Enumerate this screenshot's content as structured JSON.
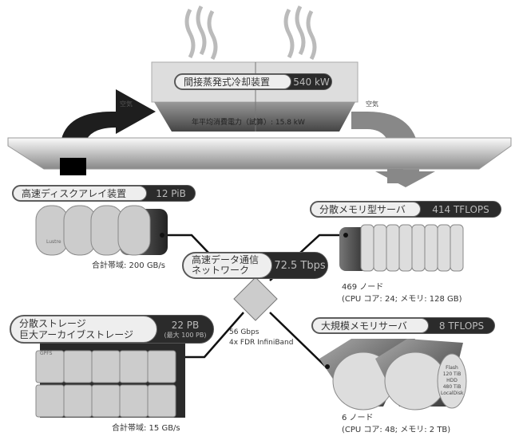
{
  "cooler": {
    "label": "間接蒸発式冷却装置",
    "value": "540 kW",
    "power": "年平均消費電力（試算）: 15.8 kW"
  },
  "air_left": "空気",
  "air_right": "空気",
  "disk_array": {
    "label": "高速ディスクアレイ装置",
    "value": "12 PiB",
    "bandwidth": "合計帯域: 200 GB/s",
    "unit_label": "Lustre"
  },
  "network": {
    "label_line1": "高速データ通信",
    "label_line2": "ネットワーク",
    "value": "72.5 Tbps",
    "link_speed": "56 Gbps",
    "link_type": "4x FDR InfiniBand"
  },
  "distributed_memory": {
    "label": "分散メモリ型サーバ",
    "value": "414 TFLOPS",
    "nodes": "469 ノード",
    "spec": "(CPU コア: 24; メモリ: 128 GB)"
  },
  "storage": {
    "label_line1": "分散ストレージ",
    "label_line2": "巨大アーカイブストレージ",
    "value": "22 PB",
    "max": "(最大 100 PB)",
    "bandwidth": "合計帯域: 15 GB/s",
    "unit_label": "GPFS"
  },
  "large_memory": {
    "label": "大規模メモリサーバ",
    "value": "8 TFLOPS",
    "nodes": "6 ノード",
    "spec": "(CPU コア: 48; メモリ: 2 TB)",
    "local_disk": [
      "Flash",
      "120 TiB",
      "HDD",
      "480 TiB"
    ],
    "local_disk_label": "LocalDisk"
  }
}
